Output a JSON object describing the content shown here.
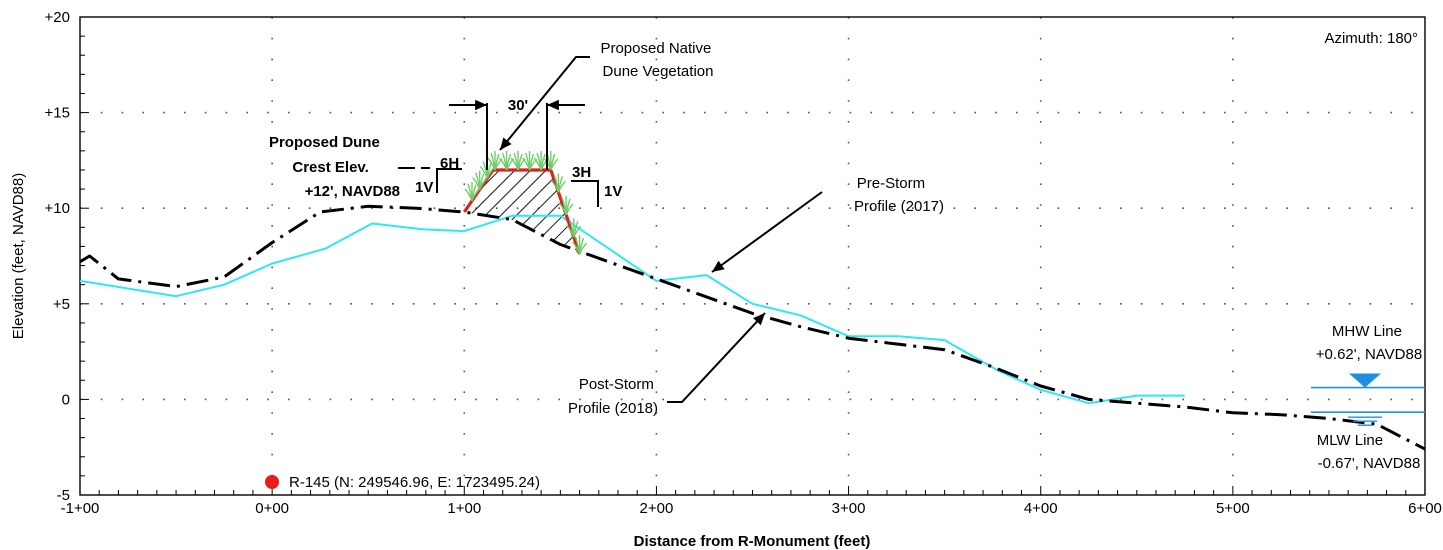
{
  "chart_data": {
    "type": "line",
    "xlabel": "Distance from R-Monument (feet)",
    "ylabel": "Elevation (feet, NAVD88)",
    "xlim": [
      -100,
      600
    ],
    "ylim": [
      -5,
      20
    ],
    "x_tick_labels": [
      "-1+00",
      "0+00",
      "1+00",
      "2+00",
      "3+00",
      "4+00",
      "5+00",
      "6+00"
    ],
    "x_tick_values": [
      -100,
      0,
      100,
      200,
      300,
      400,
      500,
      600
    ],
    "y_tick_labels": [
      "-5",
      "0",
      "+5",
      "+10",
      "+15",
      "+20"
    ],
    "y_tick_values": [
      -5,
      0,
      5,
      10,
      15,
      20
    ],
    "grid": true,
    "series": [
      {
        "name": "Pre-Storm Profile (2017)",
        "color": "#2ee8f0",
        "style": "solid",
        "x": [
          -100,
          -50,
          -25,
          0,
          28,
          52,
          78,
          100,
          125,
          150,
          200,
          226,
          250,
          275,
          300,
          326,
          350,
          378,
          400,
          425,
          450,
          475
        ],
        "y": [
          6.2,
          5.4,
          6.0,
          7.1,
          7.9,
          9.2,
          8.9,
          8.8,
          9.6,
          9.6,
          6.2,
          6.5,
          5.0,
          4.4,
          3.3,
          3.3,
          3.1,
          1.5,
          0.5,
          -0.2,
          0.2,
          0.2
        ]
      },
      {
        "name": "Post-Storm Profile (2018)",
        "color": "#000000",
        "style": "dash-dot",
        "x": [
          -100,
          -95,
          -80,
          -50,
          -25,
          0,
          25,
          50,
          75,
          100,
          125,
          150,
          175,
          200,
          225,
          250,
          275,
          300,
          325,
          350,
          375,
          400,
          425,
          450,
          475,
          500,
          525,
          550,
          575,
          600
        ],
        "y": [
          7.2,
          7.5,
          6.3,
          5.9,
          6.4,
          8.2,
          9.8,
          10.1,
          10.0,
          9.8,
          9.4,
          8.1,
          7.2,
          6.3,
          5.4,
          4.5,
          3.8,
          3.2,
          2.9,
          2.6,
          1.7,
          0.7,
          0.0,
          -0.2,
          -0.4,
          -0.7,
          -0.8,
          -1.0,
          -1.3,
          -2.6
        ]
      },
      {
        "name": "Proposed Dune",
        "color": "#e02020",
        "style": "solid",
        "x": [
          100,
          115,
          145,
          160
        ],
        "y": [
          9.8,
          12.0,
          12.0,
          7.6
        ]
      }
    ],
    "reference_lines": [
      {
        "name": "MHW Line",
        "value": 0.62,
        "x_from": 540,
        "x_to": 600
      },
      {
        "name": "MLW Line",
        "value": -0.67,
        "x_from": 540,
        "x_to": 600
      }
    ],
    "monument": {
      "label": "R-145 (N: 249546.96, E: 1723495.24)",
      "color": "#e81c1c"
    },
    "annotations": {
      "azimuth": "Azimuth: 180°",
      "native_vegetation": [
        "Proposed Native",
        "Dune Vegetation"
      ],
      "crest_width": "30'",
      "left_slope_h": "6H",
      "left_slope_v": "1V",
      "right_slope_h": "3H",
      "right_slope_v": "1V",
      "dune_crest": [
        "Proposed Dune",
        "Crest Elev.",
        "+12', NAVD88"
      ],
      "pre_storm": [
        "Pre-Storm",
        "Profile (2017)"
      ],
      "post_storm": [
        "Post-Storm",
        "Profile (2018)"
      ],
      "mhw": [
        "MHW Line",
        "+0.62', NAVD88"
      ],
      "mlw": [
        "MLW Line",
        "-0.67', NAVD88"
      ]
    }
  }
}
